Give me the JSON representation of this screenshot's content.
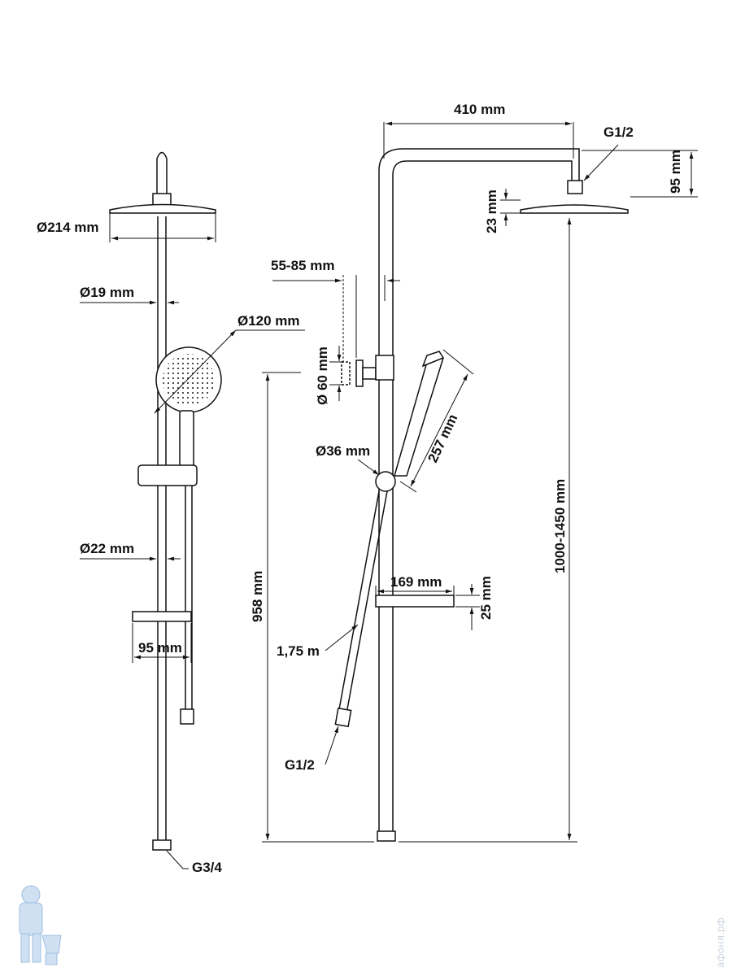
{
  "left_view": {
    "head_diameter": "Ø214 mm",
    "pipe_diameter": "Ø19 mm",
    "hand_shower_diameter": "Ø120 mm",
    "hose_diameter": "Ø22 mm",
    "shelf_width": "95 mm",
    "inlet_thread": "G3/4"
  },
  "right_view": {
    "arm_length": "410 mm",
    "head_thread": "G1/2",
    "arm_height": "95 mm",
    "head_thickness": "23 mm",
    "wall_offset": "55-85 mm",
    "bracket_diameter": "Ø 60 mm",
    "diverter_diameter": "Ø36 mm",
    "hand_shower_length": "257 mm",
    "total_height": "1000-1450 mm",
    "rail_height": "958 mm",
    "shelf_length": "169 mm",
    "shelf_height": "25 mm",
    "hose_length": "1,75 m",
    "hose_thread": "G1/2"
  },
  "watermark": "афоня.рф",
  "logo": "plumber-mascot"
}
